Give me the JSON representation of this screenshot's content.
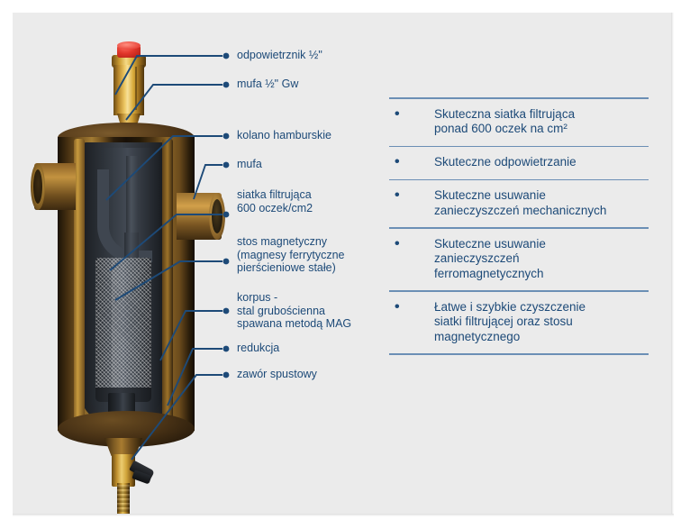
{
  "page": {
    "background_color": "#ffffff",
    "panel_color": "#ebebeb",
    "accent_color": "#1d4a78",
    "rule_color": "#6b8fb5"
  },
  "product": {
    "name": "separator-filter-cutaway-render",
    "parts": {
      "air_vent_cap": "red-cap",
      "air_vent_body": "brass",
      "vessel": "bronze-steel-cylinder",
      "mesh_screen": "dark-woven-mesh",
      "drain_valve_lever": "black-lever"
    }
  },
  "callouts": [
    {
      "id": "odpowietrznik",
      "text": "odpowietrznik ½\""
    },
    {
      "id": "mufa-gw",
      "text": "mufa ½\" Gw"
    },
    {
      "id": "kolano",
      "text": "kolano hamburskie"
    },
    {
      "id": "mufa",
      "text": "mufa"
    },
    {
      "id": "siatka",
      "text": "siatka filtrująca\n600 oczek/cm2"
    },
    {
      "id": "stos",
      "text": "stos magnetyczny\n(magnesy ferrytyczne\npierścieniowe stałe)"
    },
    {
      "id": "korpus",
      "text": "korpus -\nstal grubościenna\nspawana metodą MAG"
    },
    {
      "id": "redukcja",
      "text": "redukcja"
    },
    {
      "id": "zawor",
      "text": "zawór spustowy"
    }
  ],
  "features": {
    "bullet_glyph": "•",
    "items": [
      {
        "text": "Skuteczna siatka filtrująca\nponad 600 oczek na cm²"
      },
      {
        "text": "Skuteczne odpowietrzanie"
      },
      {
        "text": "Skuteczne usuwanie\nzanieczyszczeń mechanicznych"
      },
      {
        "text": "Skuteczne usuwanie\nzanieczyszczeń\nferromagnetycznych"
      },
      {
        "text": "Łatwe i szybkie czyszczenie\nsiatki filtrującej oraz stosu\nmagnetycznego"
      }
    ]
  }
}
